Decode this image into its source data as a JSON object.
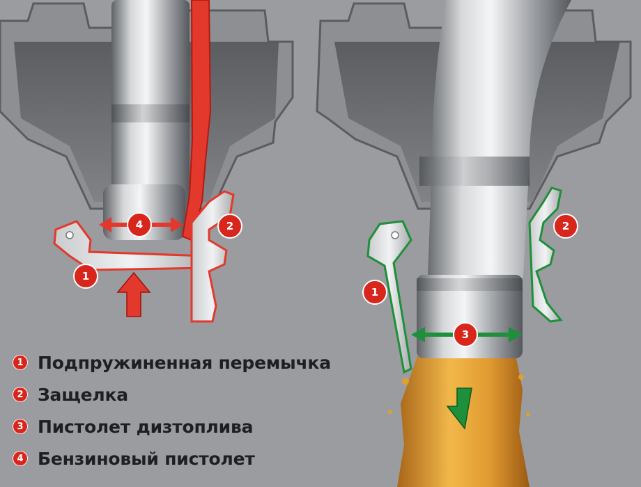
{
  "colors": {
    "background": "#9a9c9f",
    "badge": "#d9261c",
    "red_outline": "#e3382c",
    "green_outline": "#1e8f3a",
    "fuel": "#e0a030"
  },
  "left_panel": {
    "badges": {
      "latch": "1",
      "clip": "2",
      "diameter": "4"
    }
  },
  "right_panel": {
    "badges": {
      "latch": "1",
      "clip": "2",
      "diameter": "3"
    }
  },
  "legend": [
    {
      "number": "1",
      "label": "Подпружиненная перемычка"
    },
    {
      "number": "2",
      "label": "Защелка"
    },
    {
      "number": "3",
      "label": "Пистолет дизтоплива"
    },
    {
      "number": "4",
      "label": "Бензиновый пистолет"
    }
  ]
}
